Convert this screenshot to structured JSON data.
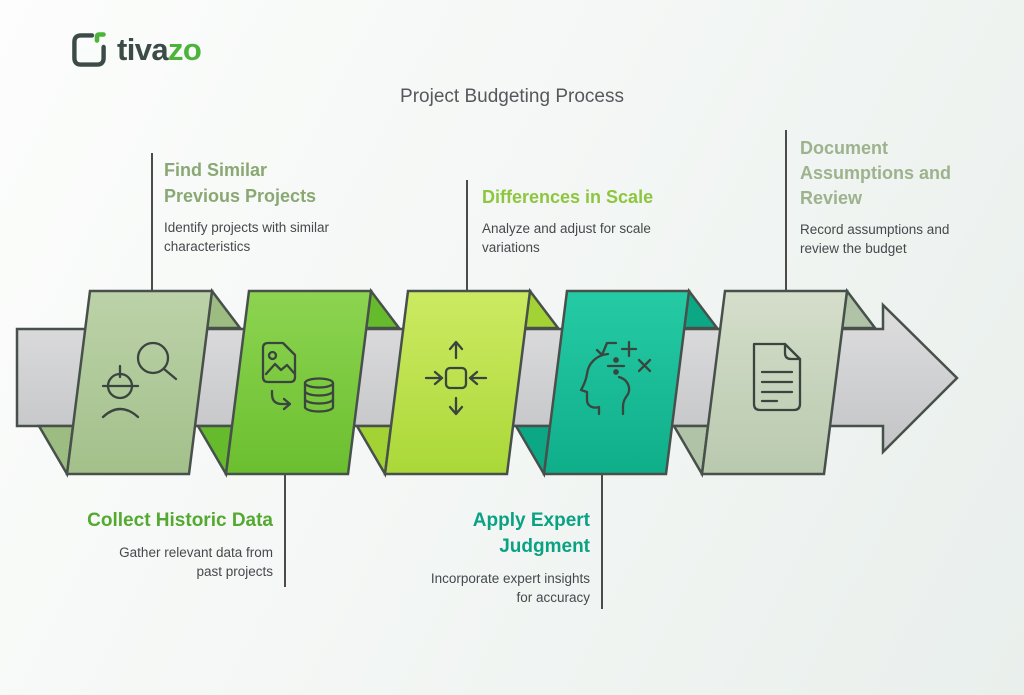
{
  "brand": {
    "prefix": "tiva",
    "suffix": "zo",
    "prefix_color": "#3c4b47",
    "suffix_color": "#4cb43a"
  },
  "title": "Project Budgeting Process",
  "colors": {
    "title_text": "#55595c",
    "description_text": "#46494c",
    "connector": "#4b4b4b",
    "outline": "#48504b",
    "icon_stroke": "#3a453f",
    "arrow_top": "#dededf",
    "arrow_bottom": "#c3c4c6",
    "background": "#f1f5f3"
  },
  "steps": [
    {
      "name": "find-similar-previous-projects",
      "icon": "engineer-search-icon",
      "ribbon_top": "#bcd2a9",
      "ribbon_bottom": "#a3c08a",
      "fold": "#9cbc81",
      "callout": {
        "side": "top",
        "title_color": "#8aa873",
        "title_lines": [
          "Find Similar",
          "Previous Projects"
        ],
        "desc_lines": [
          "Identify projects with similar",
          "characteristics"
        ]
      }
    },
    {
      "name": "collect-historic-data",
      "icon": "image-to-database-icon",
      "ribbon_top": "#8dd451",
      "ribbon_bottom": "#6bbf2f",
      "fold": "#65bb2c",
      "callout": {
        "side": "bottom",
        "title_color": "#54a930",
        "title_lines": [
          "Collect Historic Data"
        ],
        "desc_lines": [
          "Gather relevant data from",
          "past projects"
        ]
      }
    },
    {
      "name": "differences-in-scale",
      "icon": "scale-arrows-icon",
      "ribbon_top": "#cdea62",
      "ribbon_bottom": "#aad838",
      "fold": "#a2d233",
      "callout": {
        "side": "top",
        "title_color": "#8dc63f",
        "title_lines": [
          "Differences in Scale"
        ],
        "desc_lines": [
          "Analyze and adjust for scale",
          "variations"
        ]
      }
    },
    {
      "name": "apply-expert-judgment",
      "icon": "head-math-icon",
      "ribbon_top": "#25cba4",
      "ribbon_bottom": "#0fae8a",
      "fold": "#0ca785",
      "callout": {
        "side": "bottom",
        "title_color": "#0ba283",
        "title_lines": [
          "Apply Expert",
          "Judgment"
        ],
        "desc_lines": [
          "Incorporate expert insights",
          "for accuracy"
        ]
      }
    },
    {
      "name": "document-assumptions-and-review",
      "icon": "document-icon",
      "ribbon_top": "#d5decb",
      "ribbon_bottom": "#b9c9ae",
      "fold": "#b1c3a6",
      "callout": {
        "side": "top",
        "title_color": "#9db28d",
        "title_lines": [
          "Document",
          "Assumptions and",
          "Review"
        ],
        "desc_lines": [
          "Record assumptions and",
          "review the budget"
        ]
      }
    }
  ]
}
